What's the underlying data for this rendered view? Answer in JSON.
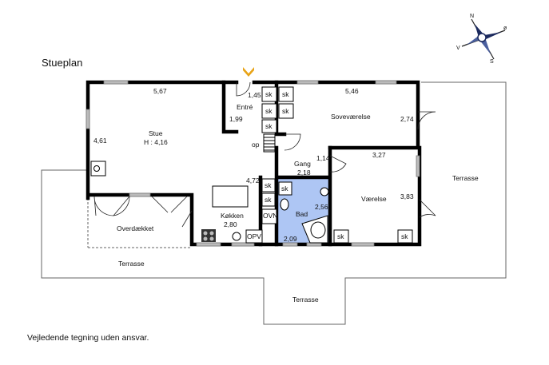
{
  "title": "Stueplan",
  "disclaimer": "Vejledende tegning uden ansvar.",
  "colors": {
    "bathroom": "#aec6f4",
    "entrance_arrow": "#e8a317",
    "wall": "#000000",
    "terrace_line": "#666666"
  },
  "compass": {
    "n": "N",
    "o": "ø",
    "s": "S",
    "v": "V"
  },
  "rooms": {
    "stue": {
      "name": "Stue",
      "height": "H : 4,16",
      "dim_top": "5,67",
      "dim_left": "4,61"
    },
    "entre": {
      "name": "Entré",
      "dim_top": "1,45",
      "dim_side": "1,99"
    },
    "sovevaerelse": {
      "name": "Soveværelse",
      "dim_top": "5,46",
      "dim_side": "2,74"
    },
    "gang": {
      "name": "Gang",
      "dim_w": "2,18",
      "dim_h": "1,14"
    },
    "vaerelse": {
      "name": "Værelse",
      "dim_top": "3,27",
      "dim_side": "3,83"
    },
    "koekken": {
      "name": "Køkken",
      "dim_w": "2,80",
      "dim_h": "4,72"
    },
    "bad": {
      "name": "Bad",
      "dim_w": "2,09",
      "dim_h": "2,56"
    },
    "overdaekket": {
      "name": "Overdækket"
    }
  },
  "terraces": {
    "left": "Terrasse",
    "right": "Terrasse",
    "bottom": "Terrasse"
  },
  "fixtures": {
    "closet": "sk",
    "stairs": "op",
    "oven": "OVN",
    "dishwasher": "OPV"
  }
}
